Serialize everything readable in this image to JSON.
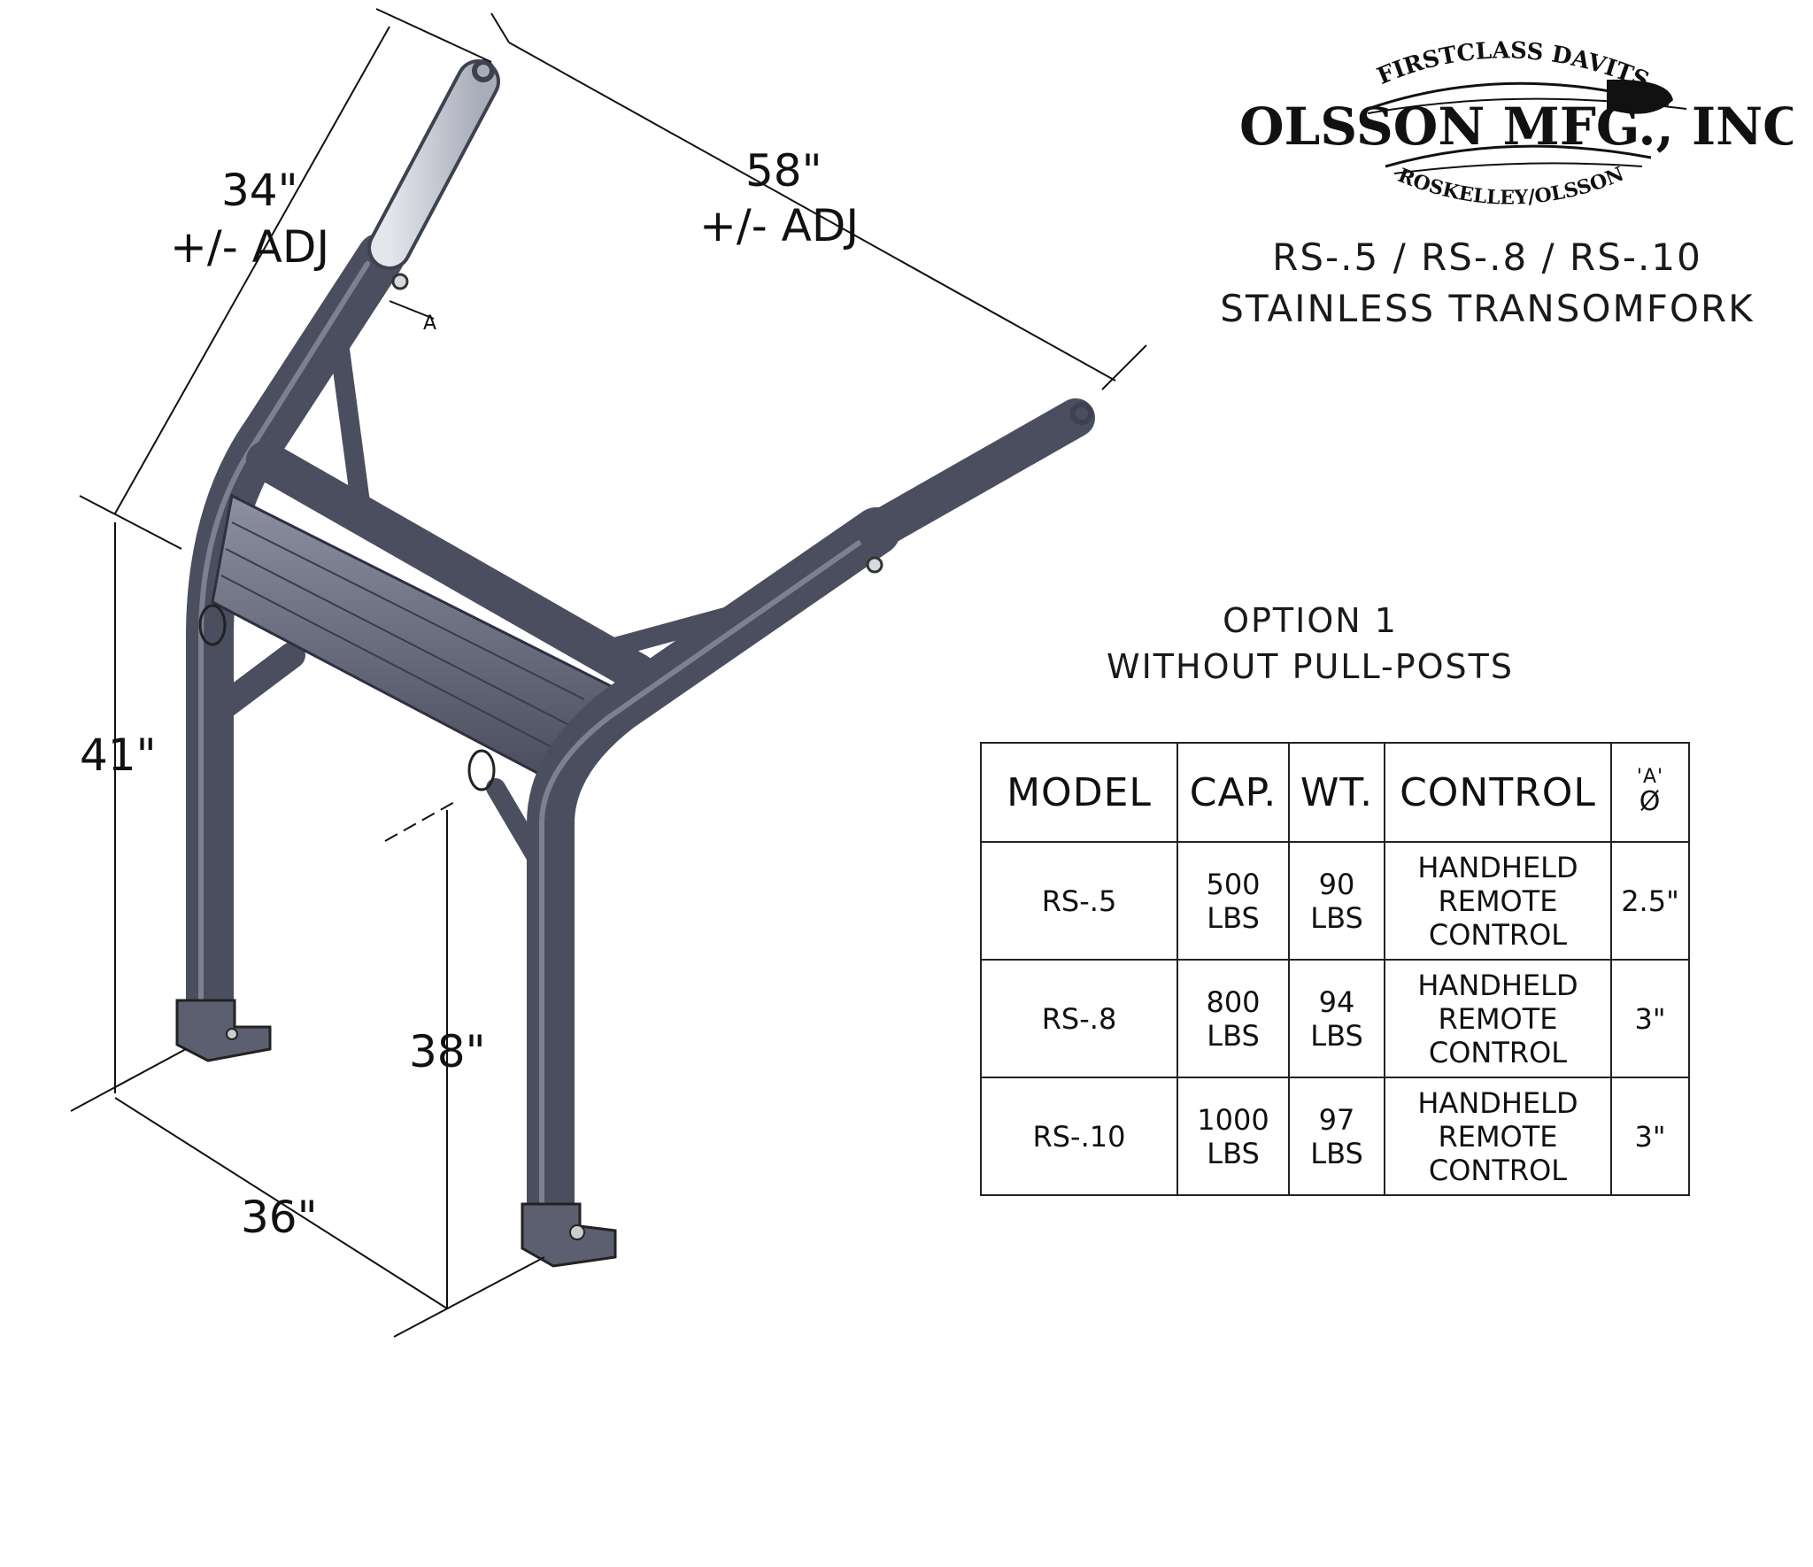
{
  "logo": {
    "arc_top": "FIRSTCLASS DAVITS",
    "company": "OLSSON MFG., INC.",
    "arc_bottom": "ROSKELLEY/OLSSON"
  },
  "title": {
    "line1": "RS-.5 / RS-.8 / RS-.10",
    "line2": "STAINLESS TRANSOMFORK"
  },
  "option": {
    "line1": "OPTION 1",
    "line2": "WITHOUT PULL-POSTS"
  },
  "dimensions": {
    "d34": "34\"",
    "adj1": "+/- ADJ",
    "d58": "58\"",
    "adj2": "+/- ADJ",
    "d41": "41\"",
    "d38": "38\"",
    "d36": "36\"",
    "a_marker": "A"
  },
  "table": {
    "headers": {
      "model": "MODEL",
      "cap": "CAP.",
      "wt": "WT.",
      "control": "CONTROL",
      "a_top": "'A'",
      "a_symbol": "Ø"
    },
    "rows": [
      {
        "model": "RS-.5",
        "cap1": "500",
        "cap2": "LBS",
        "wt1": "90",
        "wt2": "LBS",
        "ctl1": "HANDHELD",
        "ctl2": "REMOTE",
        "ctl3": "CONTROL",
        "a": "2.5\""
      },
      {
        "model": "RS-.8",
        "cap1": "800",
        "cap2": "LBS",
        "wt1": "94",
        "wt2": "LBS",
        "ctl1": "HANDHELD",
        "ctl2": "REMOTE",
        "ctl3": "CONTROL",
        "a": "3\""
      },
      {
        "model": "RS-.10",
        "cap1": "1000",
        "cap2": "LBS",
        "wt1": "97",
        "wt2": "LBS",
        "ctl1": "HANDHELD",
        "ctl2": "REMOTE",
        "ctl3": "CONTROL",
        "a": "3\""
      }
    ]
  },
  "colors": {
    "tube": "#4b4e5e",
    "tube_highlight": "#7d8092",
    "extension": "#c9ccd6",
    "line": "#111111"
  }
}
